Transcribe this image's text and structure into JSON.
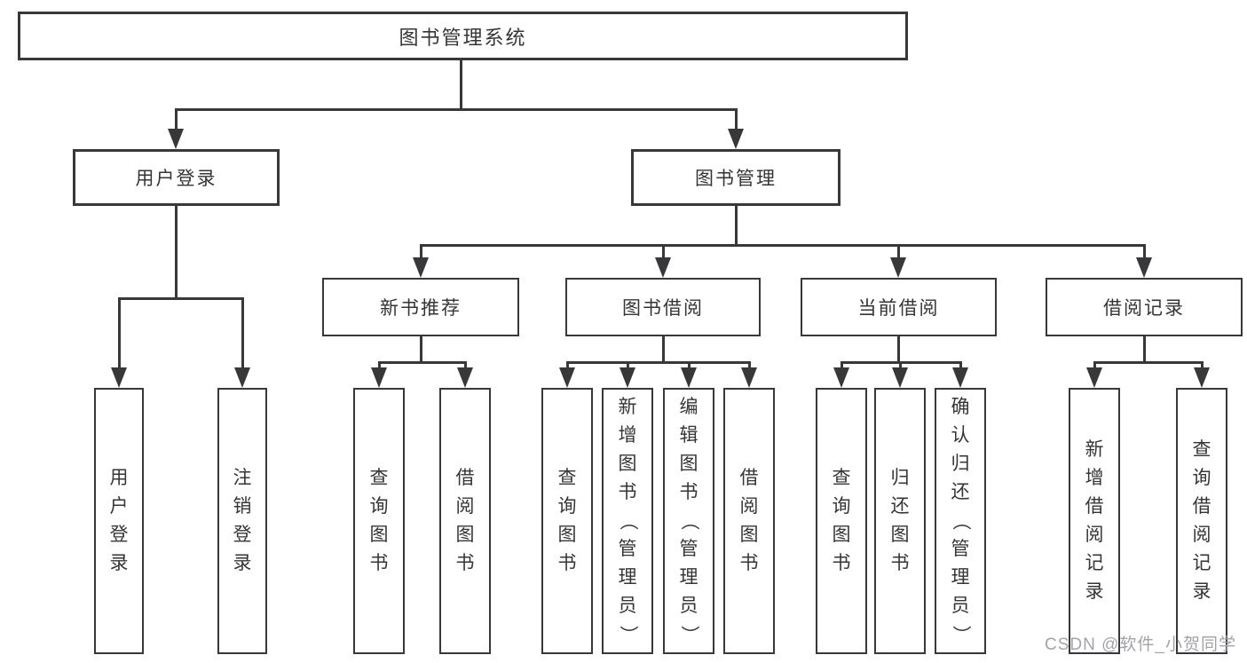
{
  "colors": {
    "line": "#38383a",
    "text": "#353538",
    "background": "#ffffff",
    "watermark": "#a3a3ab"
  },
  "watermark": "CSDN @软件_小贺同学",
  "diagram": {
    "root": {
      "label": "图书管理系统"
    },
    "branches": [
      {
        "label": "用户登录",
        "children": [
          "用户登录",
          "注销登录"
        ]
      },
      {
        "label": "图书管理",
        "groups": [
          {
            "label": "新书推荐",
            "children": [
              "查询图书",
              "借阅图书"
            ]
          },
          {
            "label": "图书借阅",
            "children": [
              "查询图书",
              "新增图书（管理员）",
              "编辑图书（管理员）",
              "借阅图书"
            ]
          },
          {
            "label": "当前借阅",
            "children": [
              "查询图书",
              "归还图书",
              "确认归还（管理员）"
            ]
          },
          {
            "label": "借阅记录",
            "children": [
              "新增借阅记录",
              "查询借阅记录"
            ]
          }
        ]
      }
    ]
  }
}
